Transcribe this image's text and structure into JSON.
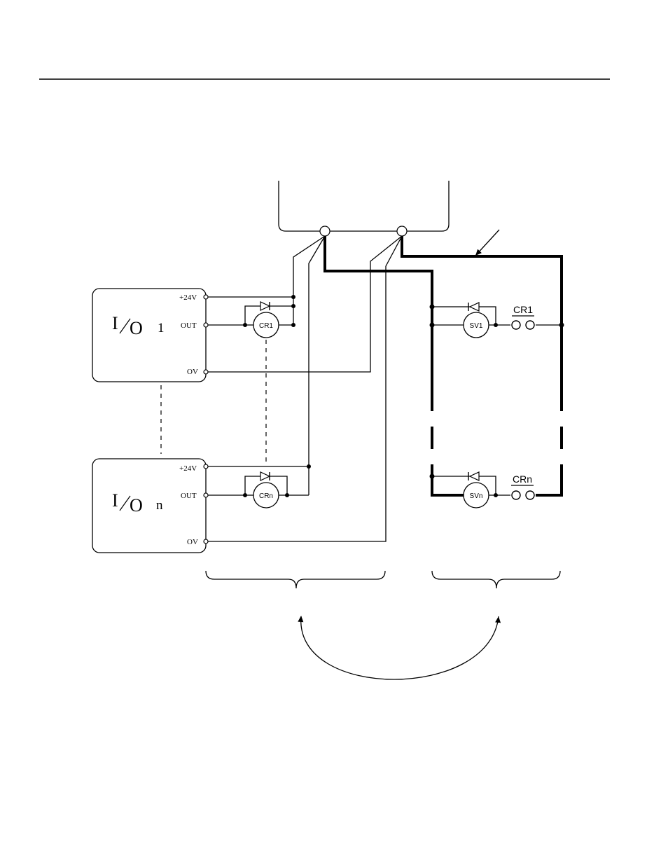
{
  "io_modules": [
    {
      "prefix": "I",
      "suffix": "O",
      "index": "1"
    },
    {
      "prefix": "I",
      "suffix": "O",
      "index": "n"
    }
  ],
  "terminals": {
    "plus24": "+24V",
    "out": "OUT",
    "zero": "OV"
  },
  "relay_coils": [
    "CR1",
    "CRn"
  ],
  "solenoid_valves": [
    "SV1",
    "SVn"
  ],
  "relay_contacts": [
    "CR1",
    "CRn"
  ]
}
